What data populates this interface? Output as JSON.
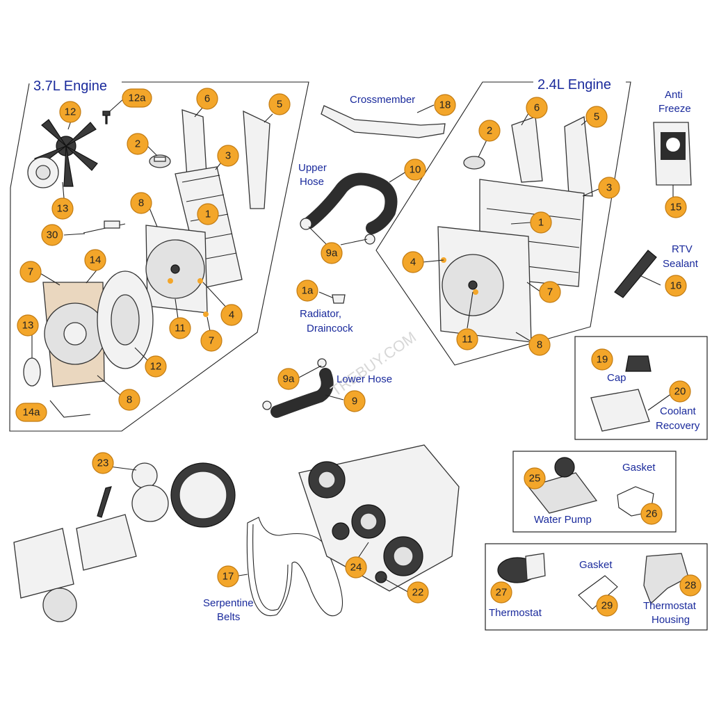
{
  "titles": {
    "engine_37": "3.7L Engine",
    "engine_24": "2.4L Engine"
  },
  "labels": {
    "crossmember": "Crossmember",
    "upper_hose_1": "Upper",
    "upper_hose_2": "Hose",
    "radiator_1": "Radiator,",
    "radiator_2": "Draincock",
    "lower_hose": "Lower Hose",
    "anti_freeze_1": "Anti",
    "anti_freeze_2": "Freeze",
    "rtv_1": "RTV",
    "rtv_2": "Sealant",
    "cap": "Cap",
    "coolant_1": "Coolant",
    "coolant_2": "Recovery",
    "gasket_pump": "Gasket",
    "water_pump": "Water Pump",
    "gasket_thermo": "Gasket",
    "thermostat": "Thermostat",
    "thermo_housing_1": "Thermostat",
    "thermo_housing_2": "Housing",
    "serpentine_1": "Serpentine",
    "serpentine_2": "Belts",
    "watermark": "TREBUY.COM"
  },
  "callouts": {
    "c12a": "12a",
    "c12": "12",
    "c13": "13",
    "c30": "30",
    "c6a": "6",
    "c5a": "5",
    "c2a": "2",
    "c3a": "3",
    "c1a": "1",
    "c8a": "8",
    "c7a": "7",
    "c14": "14",
    "c13b": "13",
    "c14a": "14a",
    "c8b": "8",
    "c12b": "12",
    "c11a": "11",
    "c4a": "4",
    "c7b": "7",
    "c18": "18",
    "c10": "10",
    "c9a1": "9a",
    "c1a_": "1a",
    "c9a2": "9a",
    "c9": "9",
    "c6b": "6",
    "c5b": "5",
    "c2b": "2",
    "c3b": "3",
    "c1b": "1",
    "c4b": "4",
    "c7c": "7",
    "c11b": "11",
    "c8c": "8",
    "c15": "15",
    "c16": "16",
    "c19": "19",
    "c20": "20",
    "c25": "25",
    "c26": "26",
    "c27": "27",
    "c28": "28",
    "c29": "29",
    "c23": "23",
    "c24": "24",
    "c17": "17",
    "c22": "22"
  },
  "colors": {
    "badge": "#f3a62a",
    "label": "#1a2a9c"
  }
}
